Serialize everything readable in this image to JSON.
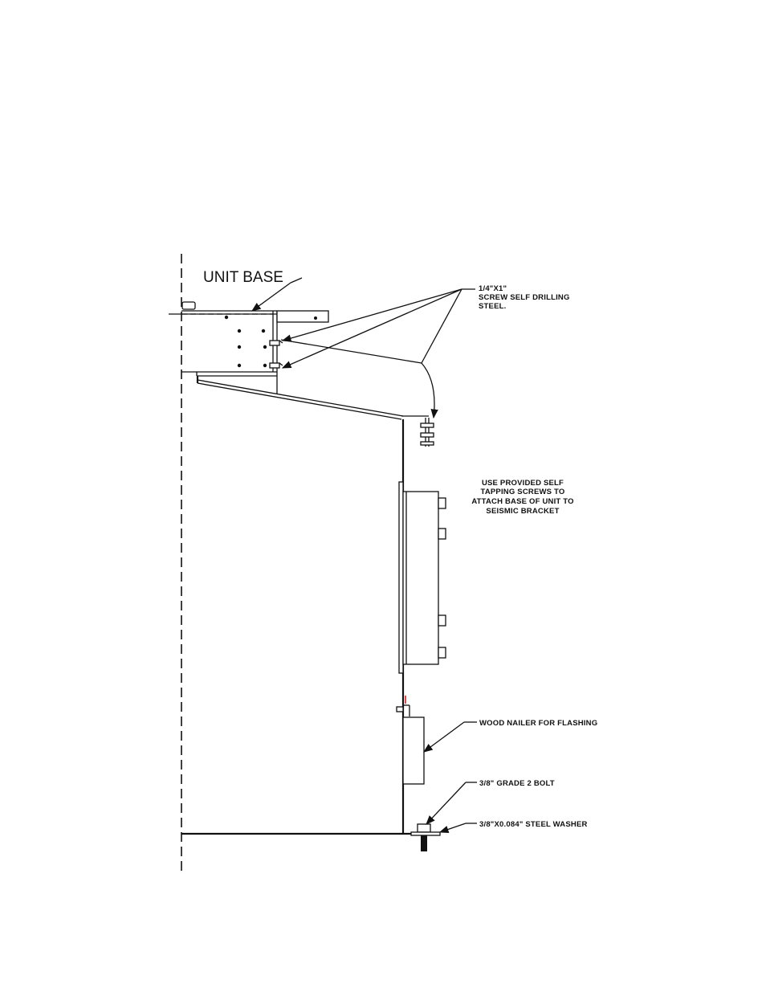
{
  "drawing": {
    "callouts": {
      "unit_base": "UNIT BASE",
      "screw": [
        "1/4\"X1\"",
        "SCREW SELF DRILLING",
        "STEEL."
      ],
      "tapping_note": [
        "USE PROVIDED SELF",
        "TAPPING SCREWS TO",
        "ATTACH BASE OF UNIT TO",
        "SEISMIC BRACKET"
      ],
      "wood_nailer": "WOOD NAILER FOR FLASHING",
      "bolt": "3/8\" GRADE 2 BOLT",
      "washer": "3/8\"X0.084\" STEEL WASHER"
    },
    "colors": {
      "line": "#111111",
      "background": "#ffffff",
      "accent_mark": "#cc0000"
    }
  }
}
